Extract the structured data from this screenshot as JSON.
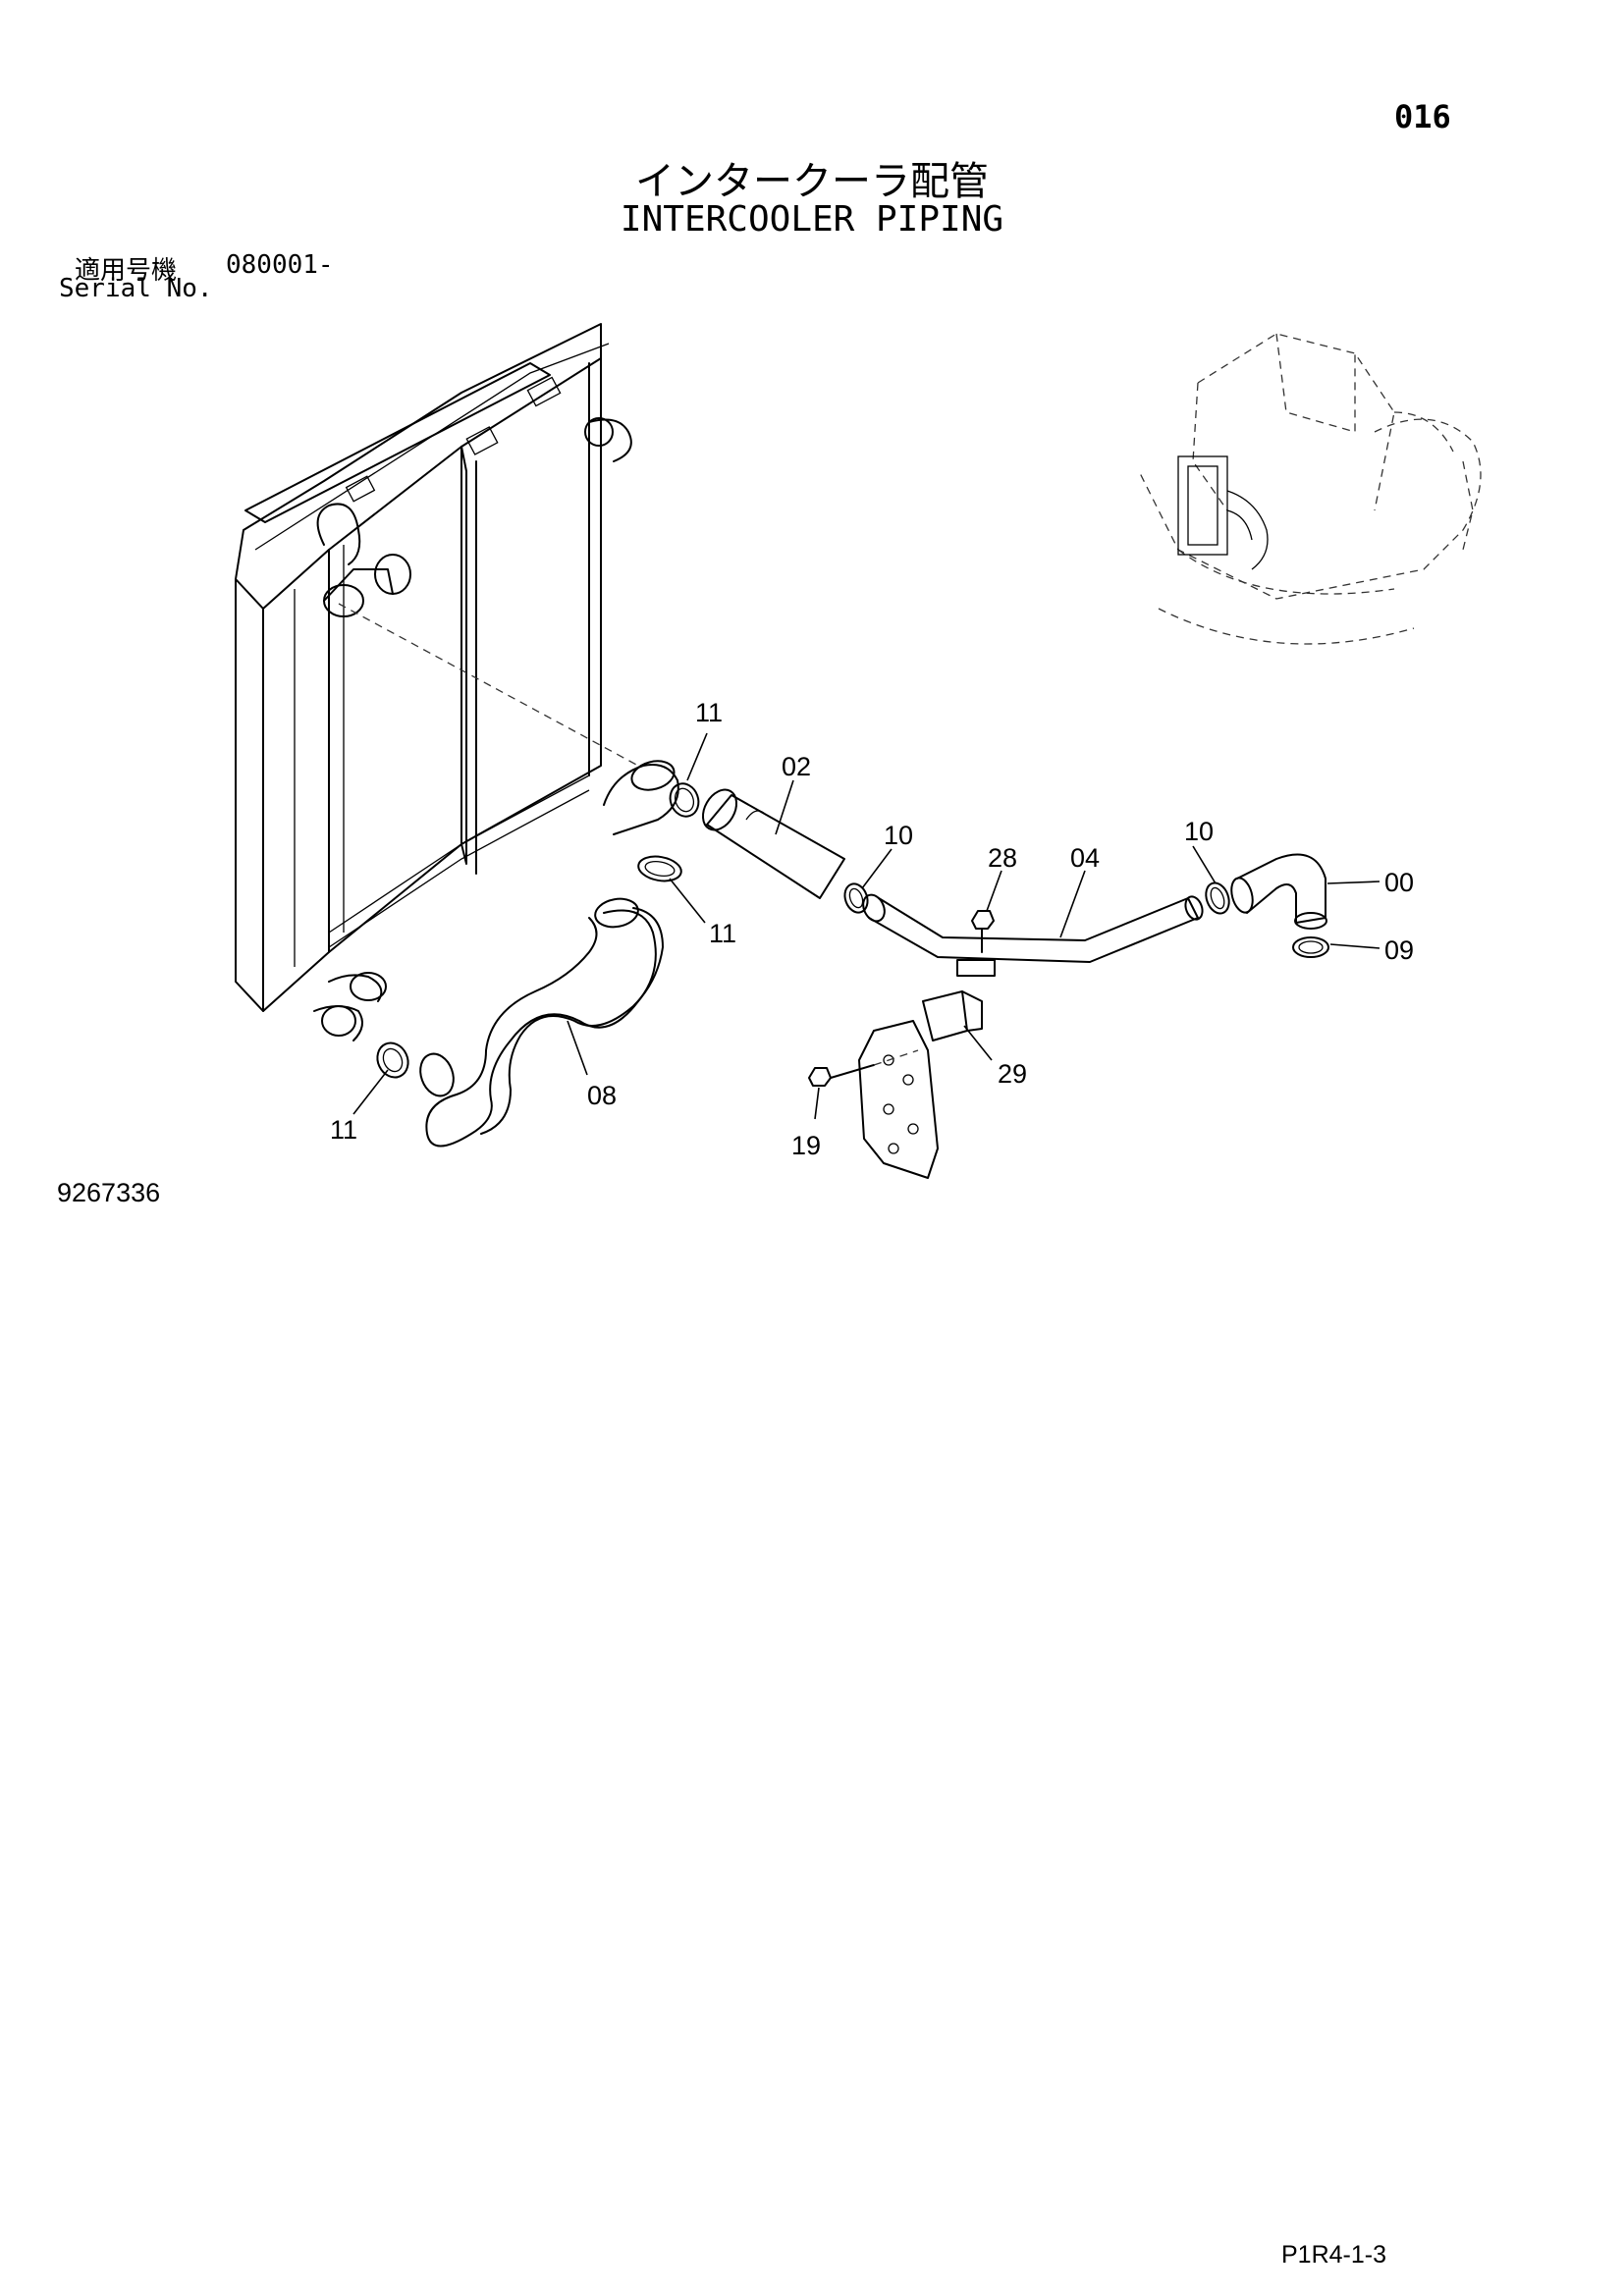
{
  "header": {
    "page_number": "016",
    "title_jp": "インタークーラ配管",
    "title_en": "INTERCOOLER PIPING",
    "serial_label_jp": "適用号機",
    "serial_from": "080001-",
    "serial_label_en": "Serial No."
  },
  "diagram": {
    "callouts": [
      "11",
      "02",
      "10",
      "28",
      "04",
      "10",
      "00",
      "09",
      "11",
      "29",
      "11",
      "08",
      "19"
    ]
  },
  "footer": {
    "drawing_number": "9267336",
    "page_code": "P1R4-1-3"
  }
}
